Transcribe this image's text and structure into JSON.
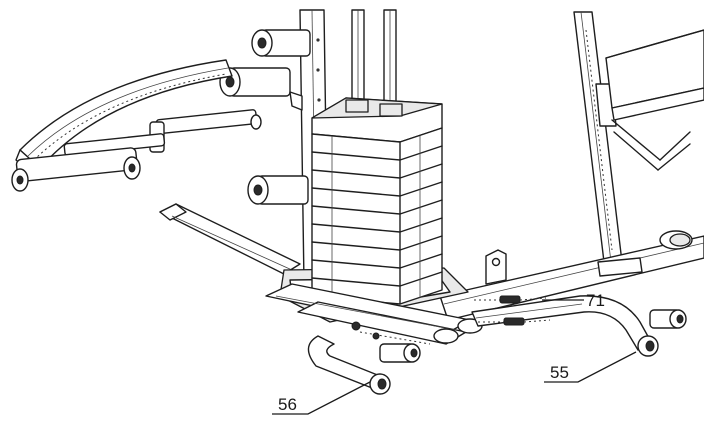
{
  "callouts": {
    "part_71": "71",
    "part_55": "55",
    "part_56": "56"
  },
  "colors": {
    "line": "#1e1e1e",
    "background": "#ffffff"
  }
}
